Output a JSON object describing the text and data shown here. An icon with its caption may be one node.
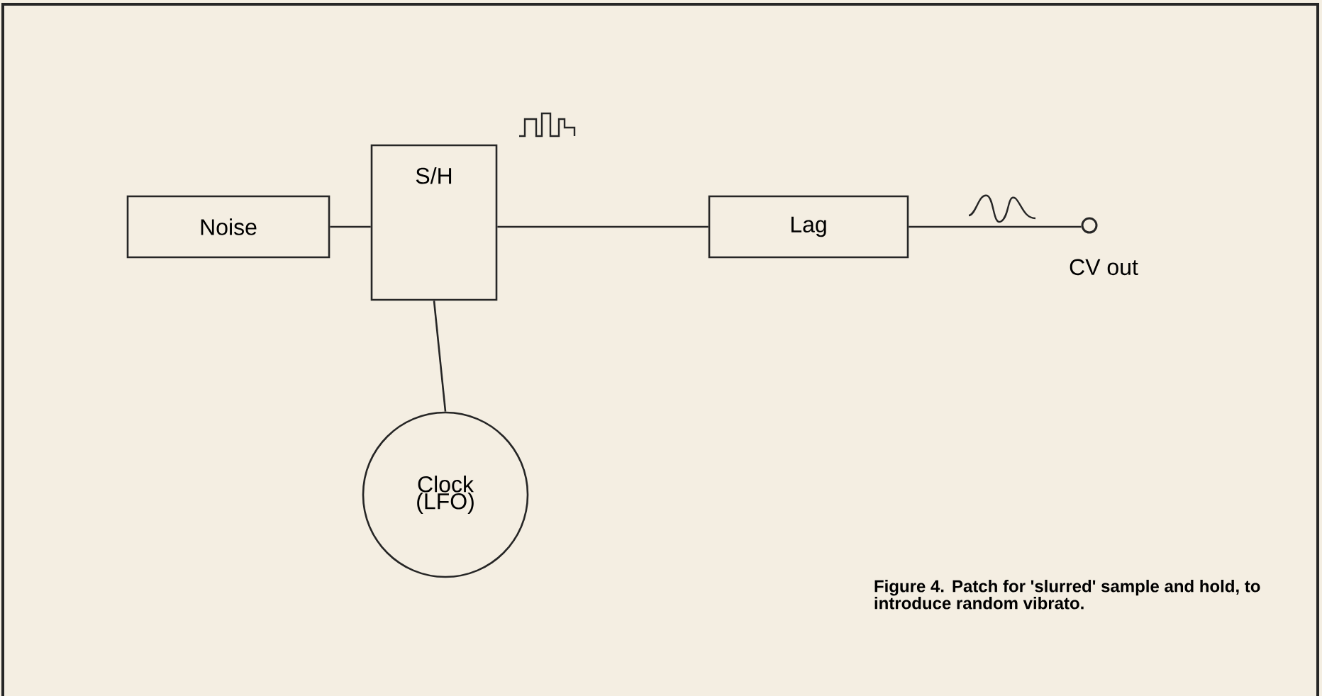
{
  "diagram": {
    "caption": "Figure 4. Patch for 'slurred' sample and hold, to introduce random vibrato.",
    "nodes": [
      {
        "text": [
          "Noise"
        ]
      },
      {
        "text": [
          "S/H"
        ]
      },
      {
        "text": [
          "Clock (LFO)"
        ]
      },
      {
        "text": [
          "Lag"
        ]
      },
      {
        "text": [],
        "shape": "circle",
        "beside": [
          "CV out"
        ]
      }
    ],
    "edges": [
      {
        "from": 0,
        "to": 1,
        "arrow": "none"
      },
      {
        "from": 1,
        "to": 2,
        "arrow": "none"
      },
      {
        "from": 1,
        "to": 3,
        "arrow": "none"
      },
      {
        "from": 3,
        "to": 4,
        "arrow": "none"
      }
    ]
  }
}
